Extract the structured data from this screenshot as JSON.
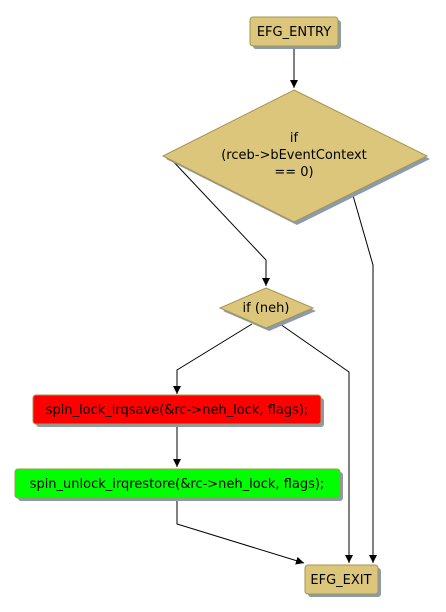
{
  "nodes": {
    "entry": {
      "label": "EFG_ENTRY"
    },
    "decision_event_context": {
      "lines": [
        "if",
        "(rceb->bEventContext",
        "== 0)"
      ]
    },
    "decision_neh": {
      "label": "if (neh)"
    },
    "lock_save": {
      "label": "spin_lock_irqsave(&rc->neh_lock, flags);"
    },
    "unlock_restore": {
      "label": "spin_unlock_irqrestore(&rc->neh_lock, flags);"
    },
    "exit": {
      "label": "EFG_EXIT"
    }
  },
  "colors": {
    "node_fill": "#DBC67C",
    "node_stroke": "#A8944C",
    "shadow": "#8A9BB0",
    "lock_fill": "#FF0000",
    "unlock_fill": "#00FF00",
    "edge": "#000000"
  }
}
